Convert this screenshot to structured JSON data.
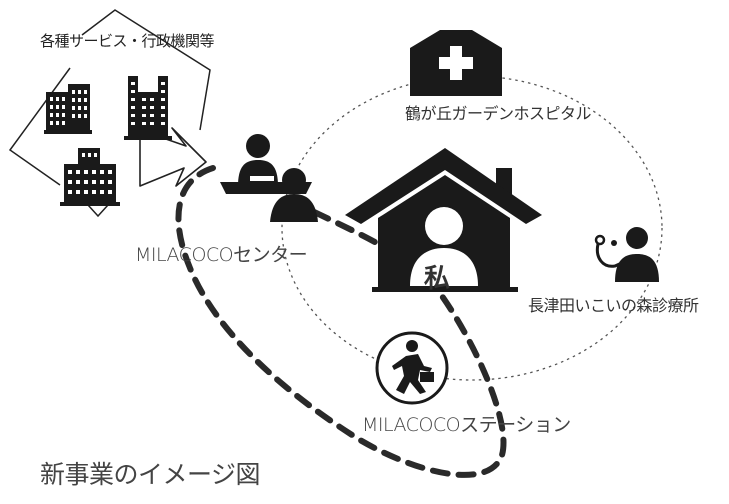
{
  "labels": {
    "services": "各種サービス・行政機関等",
    "hospital": "鶴が丘ガーデンホスピタル",
    "center": "MILACOCOセンター",
    "clinic": "長津田いこいの森診療所",
    "station": "MILACOCOステーション",
    "home": "私",
    "caption": "新事業のイメージ図"
  },
  "colors": {
    "icon": "#1a1a1a",
    "line": "#2a2a2a",
    "text": "#444444",
    "background": "#ffffff"
  },
  "icons": [
    "building-icon",
    "hospital-icon",
    "house-person-icon",
    "meeting-people-icon",
    "doctor-stethoscope-icon",
    "runner-icon"
  ]
}
